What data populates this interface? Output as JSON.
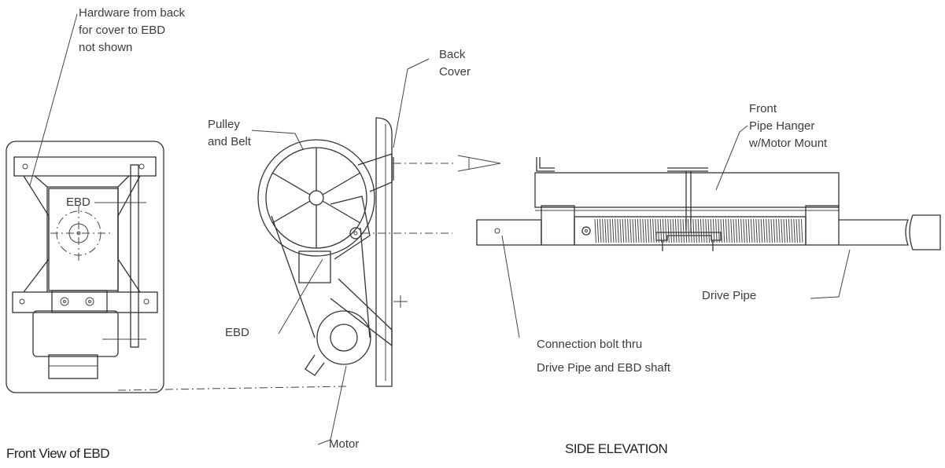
{
  "labels": {
    "hardware": [
      "Hardware from back",
      "for cover to EBD",
      "not shown"
    ],
    "back_cover": [
      "Back",
      "Cover"
    ],
    "pulley_belt": [
      "Pulley",
      "and Belt"
    ],
    "ebd_front": "EBD",
    "ebd_side": "EBD",
    "motor": "Motor",
    "front_hanger": [
      "Front",
      "Pipe Hanger",
      "w/Motor Mount"
    ],
    "drive_pipe": "Drive Pipe",
    "connection_bolt": [
      "Connection bolt thru",
      "Drive Pipe and EBD shaft"
    ]
  },
  "titles": {
    "front_view": "Front View of EBD",
    "side_elevation": "SIDE ELEVATION"
  }
}
